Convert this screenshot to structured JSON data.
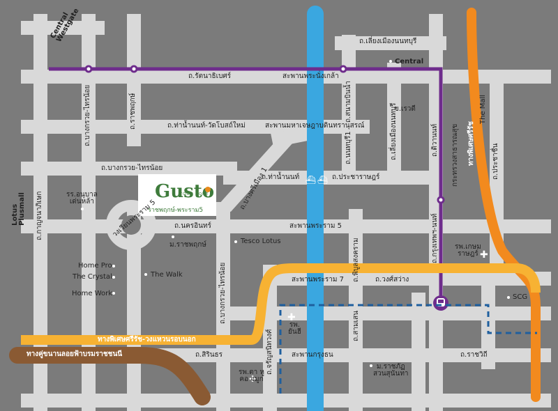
{
  "colors": {
    "background": "#7b7b7b",
    "road": "#d9d9d9",
    "river": "#3aa7e0",
    "purple_line": "#6e2c8c",
    "orange_expressway": "#f28a1e",
    "yellow_expressway": "#f7b233",
    "brown_expressway": "#8a5a33",
    "blue_dashed": "#1f5f9e"
  },
  "logo": {
    "name": "Gusto",
    "tagline": "TOWN HOME",
    "thai": "ราชพฤกษ์-พระราม5"
  },
  "labels": {
    "central_westgate": "Central\nWestgate",
    "lotus_plusmall": "Lotus\nPlusmall",
    "rattanathibet": "ถ.รัตนาธิเบศร์",
    "phra_nang_klao": "สะพานพระนั่งเกล้า",
    "liang_muang": "ถ.เลี่ยงเมืองนนทบุรี",
    "central": "Central",
    "bang_kruai_sai_noi": "ถ.บางกรวย-ไทรน้อย",
    "ratchaphruek": "ถ.ราชพฤกษ์",
    "tha_nam_non_wat_khong_sai": "ถ.ท่าน้ำนนท์-วัดโบสถ์ใหม่",
    "maha_chesada": "สะพานมหาเจษฎาบดินทรานุสรณ์",
    "sanam_bin_nam": "ถ.สนามบินน้ำ",
    "liang_muang_2": "ถ.เลี่ยงเมืองนนทบุรี",
    "rewadi": "ข.เรวดี",
    "tiwanon": "ถ.ติวานนท์",
    "ministry_health": "กระทรวงสาธารณสุข",
    "phiset_sri_rat": "ทางพิเศษศรีรัช",
    "the_mall": "The Mall",
    "prachachuen": "ถ.ประชาชื่น",
    "bang_kruai_sai_noi_2": "ถ.บางกรวย-ไทรน้อย",
    "bang_si_muang_1": "ถ.บางศรีเมือง 1",
    "tha_nam_non": "ถ.ท่าน้ำนนท์",
    "nonthaburi_1": "ถ.นนทบุรี1",
    "pracharat": "ถ.ประชาราษฎร์",
    "anuban": "รร.อนุบาล\nเด่นหล้า",
    "kanchanaphisek": "ถ.กาญจนาภิเษก",
    "wongwian_rama5": "วงเวียนพระราม 5",
    "nakhon_in": "ถ.นครอินทร์",
    "rama5_bridge": "สะพานพระราม 5",
    "krung_thep_non": "ถ.กรุงเทพฯ-นนท์",
    "m_ratchaphruek": "ม.ราชพฤกษ์",
    "tesco_lotus": "Tesco Lotus",
    "bang_kruai_sai_noi_3": "ถ.บางกรวย-ไทรน้อย",
    "phibun_songkhram": "ถ.พิบูลสงคราม",
    "kasem_rat": "รพ.เกษม\nราษฎร์",
    "home_pro": "Home Pro",
    "the_crystal": "The Crystal",
    "the_walk": "The Walk",
    "home_work": "Home Work",
    "rama7_bridge": "สะพานพระราม 7",
    "wong_sawang": "ถ.วงศ์สว่าง",
    "scg": "SCG",
    "charan_sanitwong": "ถ.จรัญสนิทวงศ์",
    "yanhee": "รพ.\nยันฮี",
    "samsen": "ถ.สามเสน",
    "yellow_exp_label": "ทางพิเศษศรีรัช-วงแหวนรอบนอก",
    "brown_exp_label": "ทางคู่ขนานลอยฟ้าบรมราชชนนี",
    "sirinthorn": "ถ.สิรินธร",
    "krung_thon_bridge": "สะพานกรุงธน",
    "ratchawithi": "ถ.ราชวิถี",
    "ta_hu": "รพ.ตา หู\nคอ จมูก",
    "suan_sunandha": "ม.ราชภัฏ\nสวนสุนันทา"
  }
}
